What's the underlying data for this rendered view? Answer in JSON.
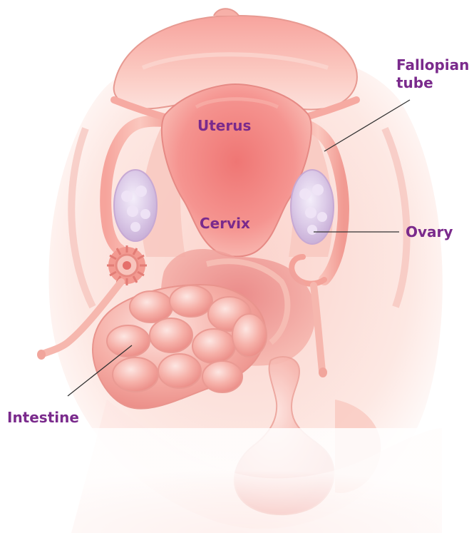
{
  "labels": {
    "fallopian_tube_line1": "Fallopian",
    "fallopian_tube_line2": "tube",
    "uterus": "Uterus",
    "cervix": "Cervix",
    "ovary": "Ovary",
    "intestine": "Intestine"
  },
  "colors": {
    "label_text": "#7a2a8c",
    "leader_line": "#333333",
    "tissue_pink": "#f4a9a3",
    "tissue_light": "#fbd9d3",
    "uterus_core": "#f07f7c",
    "ovary_lilac": "#d9c8e6",
    "skin_pale": "#fce3de"
  }
}
